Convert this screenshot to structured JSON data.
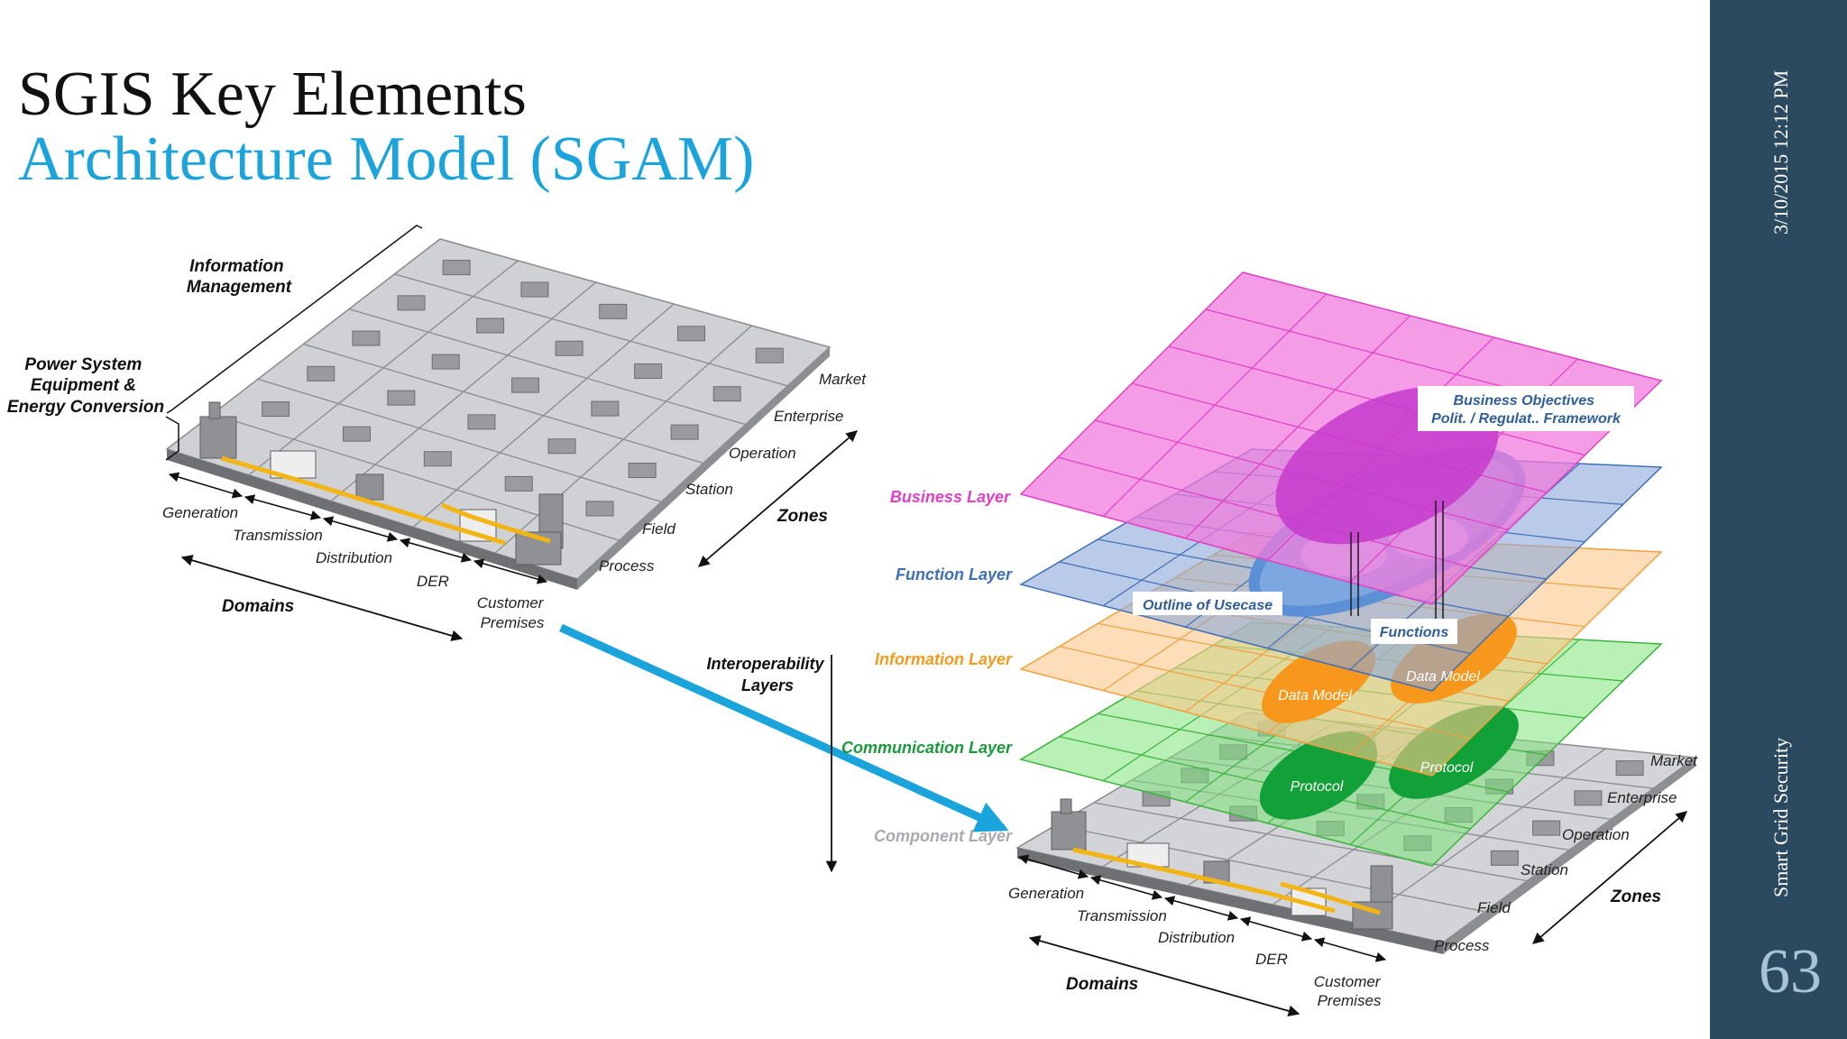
{
  "slide": {
    "title_line1": "SGIS Key Elements",
    "title_line2": "Architecture Model (SGAM)",
    "sidebar_date": "3/10/2015 12:12 PM",
    "sidebar_title": "Smart Grid Security",
    "page_number": "63"
  },
  "left_diagram": {
    "information_management": [
      "Information",
      "Management"
    ],
    "power_system_equipment": [
      "Power System",
      "Equipment &",
      "Energy Conversion"
    ],
    "zones": [
      "Market",
      "Enterprise",
      "Operation",
      "Station",
      "Field",
      "Process"
    ],
    "zones_label": "Zones",
    "domains": [
      "Generation",
      "Transmission",
      "Distribution",
      "DER"
    ],
    "customer_premises": [
      "Customer",
      "Premises"
    ],
    "domains_label": "Domains"
  },
  "right_diagram": {
    "interoperability_layers": [
      "Interoperability",
      "Layers"
    ],
    "layers": [
      "Business Layer",
      "Function Layer",
      "Information Layer",
      "Communication Layer",
      "Component Layer"
    ],
    "business_objectives": [
      "Business Objectives",
      "Polit. / Regulat.. Framework"
    ],
    "outline_of_usecase": "Outline of Usecase",
    "functions": "Functions",
    "data_model": "Data Model",
    "protocol": "Protocol",
    "zones": [
      "Market",
      "Enterprise",
      "Operation",
      "Station",
      "Field",
      "Process"
    ],
    "zones_label": "Zones",
    "domains": [
      "Generation",
      "Transmission",
      "Distribution",
      "DER"
    ],
    "customer_premises": [
      "Customer",
      "Premises"
    ],
    "domains_label": "Domains"
  },
  "colors": {
    "title_accent": "#1ba3dc",
    "sidebar": "#2b4a5f",
    "business": "#e040c8",
    "function": "#3f6fb4",
    "information": "#f39a1a",
    "communication": "#1a9a3a",
    "component": "#a9aaae",
    "arrow": "#1ba3dc"
  }
}
